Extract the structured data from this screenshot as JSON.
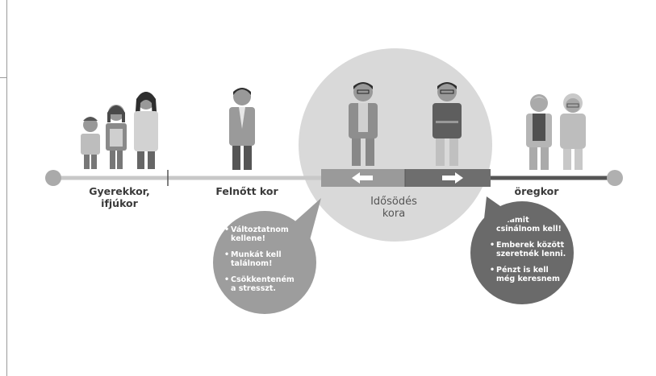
{
  "stages": {
    "children": "Gyerekkor,\nifjúkor",
    "adult": "Felnőtt kor",
    "aging": "Idősödés\nkora",
    "old": "öregkor"
  },
  "left_bubble": {
    "items": [
      "Változtatnom\nkellene!",
      "Munkát kell\ntalálnom!",
      "Csökkenteném\na stresszt."
    ]
  },
  "right_bubble": {
    "items": [
      "Valamit\ncsinálnom kell!",
      "Emberek között\nszeretnék lenni.",
      "Pénzt is kell\nmég keresnem"
    ]
  },
  "colors": {
    "timeline_light": "#c8c8c8",
    "timeline_dark": "#555555",
    "arrow_left_box": "#9a9a9a",
    "arrow_right_box": "#6e6e6e"
  },
  "icons": [
    "child-figure",
    "girl-figure",
    "teen-figure",
    "adult-man-figure",
    "middle-aged-man-figure",
    "old-man-figure",
    "old-woman-figure",
    "arrow-left-icon",
    "arrow-right-icon"
  ]
}
